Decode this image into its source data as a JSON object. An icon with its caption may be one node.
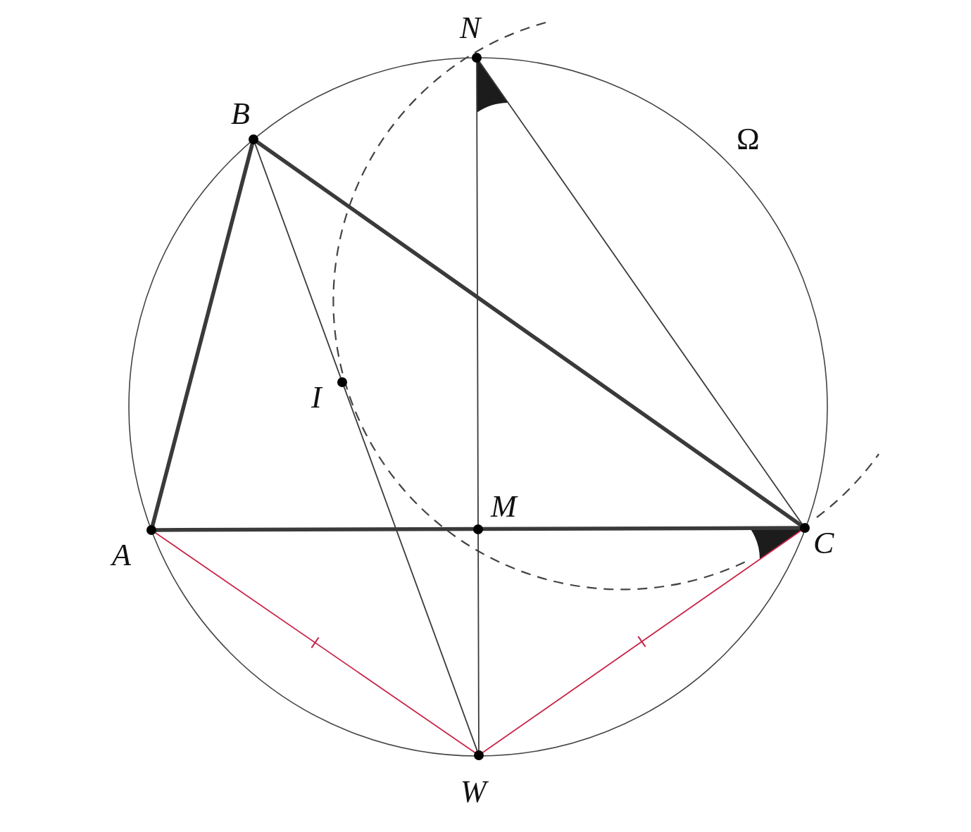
{
  "diagram": {
    "nodes": [
      {
        "text": [
          "N"
        ]
      },
      {
        "text": [
          "B"
        ]
      },
      {
        "text": [
          "I"
        ]
      },
      {
        "text": [
          "M"
        ]
      },
      {
        "text": [
          "A"
        ]
      },
      {
        "text": [
          "C"
        ]
      },
      {
        "text": [
          "W"
        ]
      }
    ],
    "edges": [
      {
        "from": 4,
        "to": 1,
        "arrow": "none",
        "style": "thick"
      },
      {
        "from": 1,
        "to": 5,
        "arrow": "none",
        "style": "thick"
      },
      {
        "from": 4,
        "to": 5,
        "arrow": "none",
        "style": "thick"
      },
      {
        "from": 1,
        "to": 6,
        "arrow": "none"
      },
      {
        "from": 0,
        "to": 6,
        "arrow": "none"
      },
      {
        "from": 0,
        "to": 5,
        "arrow": "none"
      },
      {
        "from": 4,
        "to": 6,
        "arrow": "none",
        "color": "#c8264a"
      },
      {
        "from": 5,
        "to": 6,
        "arrow": "none",
        "color": "#c8264a"
      }
    ],
    "labels": [
      "Ω"
    ]
  }
}
